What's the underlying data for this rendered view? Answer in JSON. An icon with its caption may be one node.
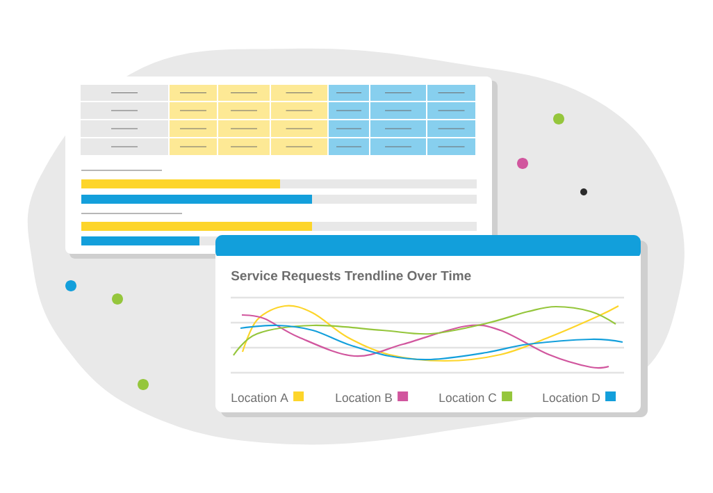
{
  "diagram": {
    "title": "Service Requests Trendline Over Time",
    "legend": [
      {
        "text": "Location A",
        "color": "#fdd52a"
      },
      {
        "text": "Location B",
        "color": "#d1569e"
      },
      {
        "text": "Location C",
        "color": "#95c63c"
      },
      {
        "text": "Location D",
        "color": "#139fdb"
      }
    ]
  }
}
